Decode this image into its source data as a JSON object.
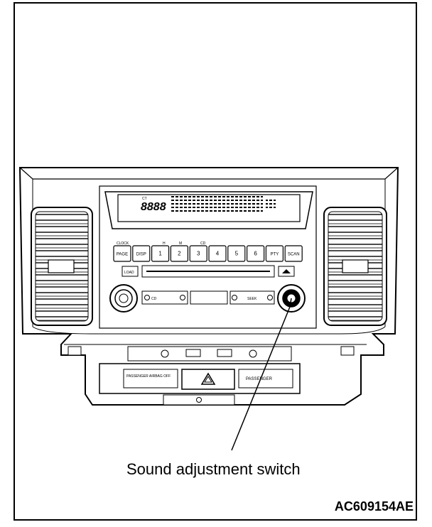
{
  "figure": {
    "callout_label": "Sound adjustment switch",
    "figure_id": "AC609154AE"
  },
  "radio": {
    "display": {
      "segment_readout": "8888",
      "indicator_ct": "CT"
    },
    "preset_header_labels": [
      "CLOCK",
      "H",
      "M",
      "CD"
    ],
    "buttons": [
      "PAGE",
      "DISP",
      "1",
      "2",
      "3",
      "4",
      "5",
      "6",
      "PTY",
      "SCAN"
    ],
    "load_button": "LOAD",
    "lower_left_label": "CD",
    "lower_right_label": "SEEK"
  },
  "hazard_panel": {
    "left_indicator": "PASSENGER AIRBAG OFF",
    "right_indicator": "PASSENGER"
  },
  "colors": {
    "line": "#000000",
    "background": "#ffffff"
  }
}
